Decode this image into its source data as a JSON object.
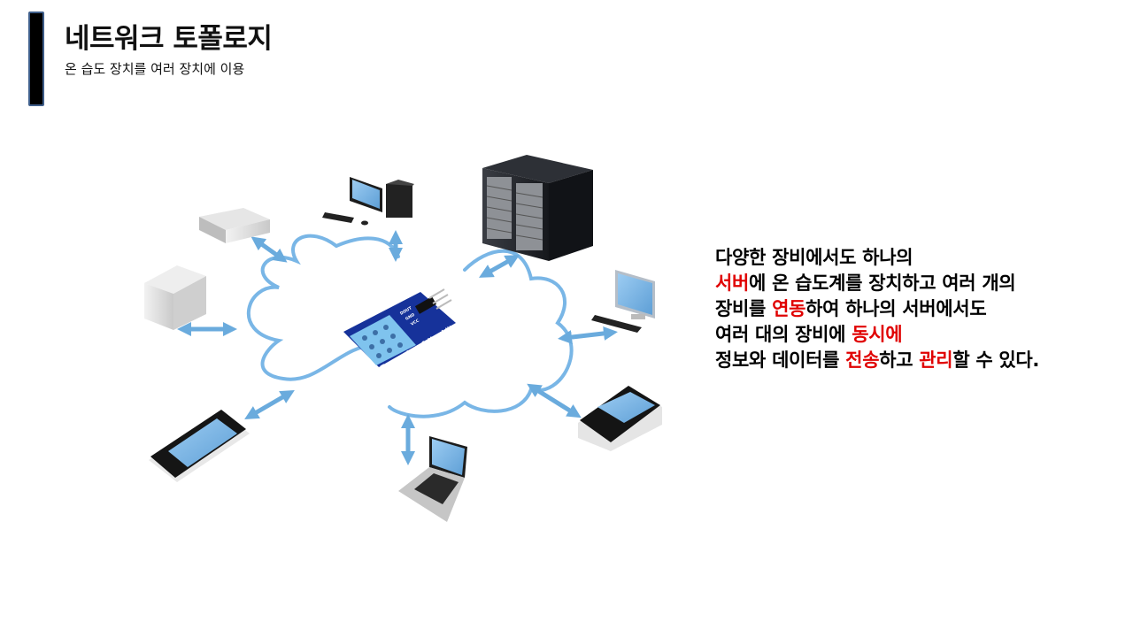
{
  "slide": {
    "title": "네트워크 토폴로지",
    "subtitle": "온 습도 장치를 여러 장치에 이용"
  },
  "diagram": {
    "center_device": "Temperature & Humidity",
    "center_pins": [
      "DOUT",
      "GND",
      "VCC"
    ],
    "nodes": [
      "storage-box",
      "desktop-pc",
      "server-rack",
      "tower-box",
      "monitor-keyboard",
      "smartphone",
      "laptop",
      "qwerty-phone"
    ],
    "colors": {
      "cloud": "#79b6e6",
      "arrow": "#6aabdd",
      "sensor_board": "#16329a",
      "sensor_body": "#7fc3ee",
      "screen": "#7fb8e8"
    }
  },
  "description": {
    "lines": [
      [
        {
          "t": "다양한 장비에서도 하나의",
          "h": false
        }
      ],
      [
        {
          "t": "서버",
          "h": true
        },
        {
          "t": "에 온 습도계를 장치하고 여러 개의",
          "h": false
        }
      ],
      [
        {
          "t": "장비를 ",
          "h": false
        },
        {
          "t": "연동",
          "h": true
        },
        {
          "t": "하여 하나의 서버에서도",
          "h": false
        }
      ],
      [
        {
          "t": "여러 대의 장비에 ",
          "h": false
        },
        {
          "t": "동시에",
          "h": true
        }
      ],
      [
        {
          "t": "정보와 데이터를 ",
          "h": false
        },
        {
          "t": "전송",
          "h": true
        },
        {
          "t": "하고 ",
          "h": false
        },
        {
          "t": "관리",
          "h": true
        },
        {
          "t": "할 수 있다.",
          "h": false
        }
      ]
    ],
    "highlight_color": "#e00000"
  }
}
